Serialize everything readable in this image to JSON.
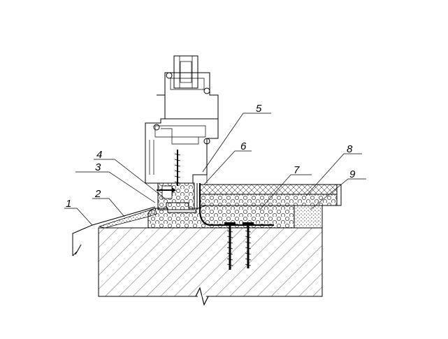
{
  "drawing": {
    "callouts": [
      {
        "number": "1"
      },
      {
        "number": "2"
      },
      {
        "number": "3"
      },
      {
        "number": "4"
      },
      {
        "number": "5"
      },
      {
        "number": "6"
      },
      {
        "number": "7"
      },
      {
        "number": "8"
      },
      {
        "number": "9"
      }
    ]
  }
}
